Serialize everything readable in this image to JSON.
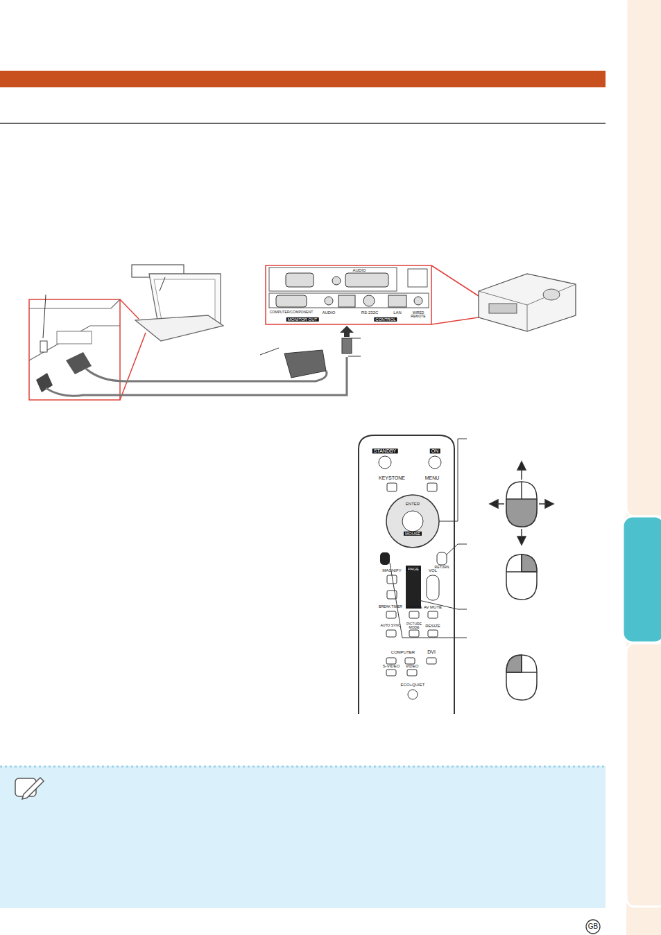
{
  "diagram": {
    "labels": [
      "AUDIO",
      "COMPUTER/COMPONENT",
      "AUDIO",
      "MONITOR OUT",
      "RS-232C",
      "LAN",
      "WIRED REMOTE",
      "CONTROL",
      "STANDBY",
      "ON",
      "KEYSTONE",
      "MENU",
      "ENTER",
      "MOUSE",
      "RETURN",
      "MAGNIFY",
      "PAGE",
      "VOL",
      "BREAK TIMER",
      "FREEZE",
      "AV MUTE",
      "AUTO SYNC",
      "PICTURE MODE",
      "RESIZE",
      "COMPUTER",
      "DVI",
      "S-VIDEO",
      "VIDEO",
      "ECO+QUIET",
      "GB"
    ]
  }
}
